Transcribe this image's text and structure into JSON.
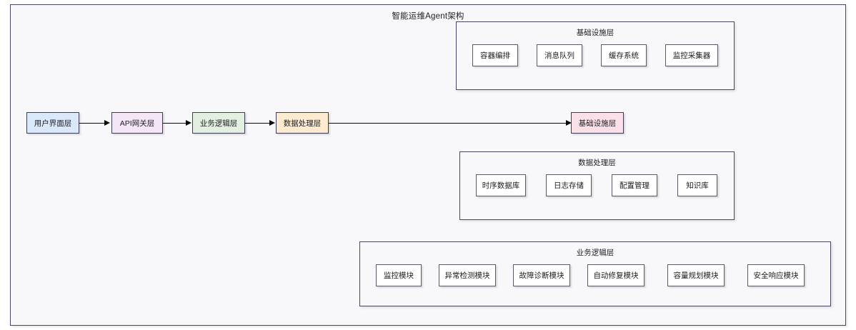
{
  "diagram": {
    "title": "智能运维Agent架构",
    "type": "architecture-flowchart"
  },
  "flow": {
    "nodes": [
      {
        "id": "ui",
        "label": "用户界面层",
        "fill": "#dae8fc",
        "stroke": "#3d3d56"
      },
      {
        "id": "api",
        "label": "API网关层",
        "fill": "#f5e6f7",
        "stroke": "#3d3d56"
      },
      {
        "id": "biz",
        "label": "业务逻辑层",
        "fill": "#e3efe0",
        "stroke": "#3d3d56"
      },
      {
        "id": "data",
        "label": "数据处理层",
        "fill": "#fdebd0",
        "stroke": "#3d3d56"
      },
      {
        "id": "infra",
        "label": "基础设施层",
        "fill": "#fbe0ea",
        "stroke": "#3d3d56"
      }
    ],
    "edges": [
      {
        "from": "ui",
        "to": "api"
      },
      {
        "from": "api",
        "to": "biz"
      },
      {
        "from": "biz",
        "to": "data"
      },
      {
        "from": "data",
        "to": "infra"
      }
    ]
  },
  "groups": [
    {
      "id": "infra-group",
      "title": "基础设施层",
      "children": [
        "容器编排",
        "消息队列",
        "缓存系统",
        "监控采集器"
      ]
    },
    {
      "id": "data-group",
      "title": "数据处理层",
      "children": [
        "时序数据库",
        "日志存储",
        "配置管理",
        "知识库"
      ]
    },
    {
      "id": "biz-group",
      "title": "业务逻辑层",
      "children": [
        "监控模块",
        "异常检测模块",
        "故障诊断模块",
        "自动修复模块",
        "容量规划模块",
        "安全响应模块"
      ]
    }
  ],
  "colors": {
    "canvas_bg": "#ffffff",
    "panel_bg": "#f8f8fa",
    "panel_border": "#4a4560",
    "node_border": "#5a5a66",
    "arrow": "#0a0a0a",
    "text": "#1c1c22"
  }
}
